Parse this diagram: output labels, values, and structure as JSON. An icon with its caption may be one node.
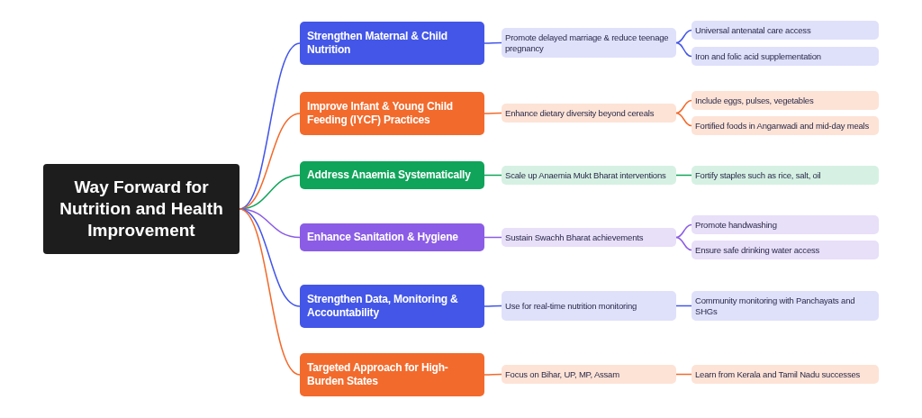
{
  "diagram": {
    "nodes": [
      {
        "text": [
          "Way Forward for Nutrition and Health Improvement"
        ]
      },
      {
        "text": [
          "Strengthen Maternal & Child Nutrition"
        ]
      },
      {
        "text": [
          "Promote delayed marriage & reduce teenage pregnancy"
        ]
      },
      {
        "text": [
          "Universal antenatal care access"
        ]
      },
      {
        "text": [
          "Iron and folic acid supplementation"
        ]
      },
      {
        "text": [
          "Improve Infant & Young Child Feeding (IYCF) Practices"
        ]
      },
      {
        "text": [
          "Enhance dietary diversity beyond cereals"
        ]
      },
      {
        "text": [
          "Include eggs, pulses, vegetables"
        ]
      },
      {
        "text": [
          "Fortified foods in Anganwadi and mid-day meals"
        ]
      },
      {
        "text": [
          "Address Anaemia Systematically"
        ]
      },
      {
        "text": [
          "Scale up Anaemia Mukt Bharat interventions"
        ]
      },
      {
        "text": [
          "Fortify staples such as rice, salt, oil"
        ]
      },
      {
        "text": [
          "Enhance Sanitation & Hygiene"
        ]
      },
      {
        "text": [
          "Sustain Swachh Bharat achievements"
        ]
      },
      {
        "text": [
          "Promote handwashing"
        ]
      },
      {
        "text": [
          "Ensure safe drinking water access"
        ]
      },
      {
        "text": [
          "Strengthen Data, Monitoring & Accountability"
        ]
      },
      {
        "text": [
          "Use for real-time nutrition monitoring"
        ]
      },
      {
        "text": [
          "Community monitoring with Panchayats and SHGs"
        ]
      },
      {
        "text": [
          "Targeted Approach for High-Burden States"
        ]
      },
      {
        "text": [
          "Focus on Bihar, UP, MP, Assam"
        ]
      },
      {
        "text": [
          "Learn from Kerala and Tamil Nadu successes"
        ]
      }
    ],
    "edges": [
      {
        "from": 0,
        "to": 1,
        "arrow": "none",
        "color": "#4356e8"
      },
      {
        "from": 1,
        "to": 2,
        "arrow": "none",
        "color": "#4356e8"
      },
      {
        "from": 2,
        "to": 3,
        "arrow": "none",
        "color": "#4356e8"
      },
      {
        "from": 2,
        "to": 4,
        "arrow": "none",
        "color": "#4356e8"
      },
      {
        "from": 0,
        "to": 5,
        "arrow": "none",
        "color": "#f26a2c"
      },
      {
        "from": 5,
        "to": 6,
        "arrow": "none",
        "color": "#f26a2c"
      },
      {
        "from": 6,
        "to": 7,
        "arrow": "none",
        "color": "#f26a2c"
      },
      {
        "from": 6,
        "to": 8,
        "arrow": "none",
        "color": "#f26a2c"
      },
      {
        "from": 0,
        "to": 9,
        "arrow": "none",
        "color": "#10a45a"
      },
      {
        "from": 9,
        "to": 10,
        "arrow": "none",
        "color": "#10a45a"
      },
      {
        "from": 10,
        "to": 11,
        "arrow": "none",
        "color": "#10a45a"
      },
      {
        "from": 0,
        "to": 12,
        "arrow": "none",
        "color": "#8b5ce6"
      },
      {
        "from": 12,
        "to": 13,
        "arrow": "none",
        "color": "#8b5ce6"
      },
      {
        "from": 13,
        "to": 14,
        "arrow": "none",
        "color": "#8b5ce6"
      },
      {
        "from": 13,
        "to": 15,
        "arrow": "none",
        "color": "#8b5ce6"
      },
      {
        "from": 0,
        "to": 16,
        "arrow": "none",
        "color": "#4356e8"
      },
      {
        "from": 16,
        "to": 17,
        "arrow": "none",
        "color": "#4356e8"
      },
      {
        "from": 17,
        "to": 18,
        "arrow": "none",
        "color": "#4356e8"
      },
      {
        "from": 0,
        "to": 19,
        "arrow": "none",
        "color": "#f26a2c"
      },
      {
        "from": 19,
        "to": 20,
        "arrow": "none",
        "color": "#f26a2c"
      },
      {
        "from": 20,
        "to": 21,
        "arrow": "none",
        "color": "#f26a2c"
      }
    ]
  }
}
